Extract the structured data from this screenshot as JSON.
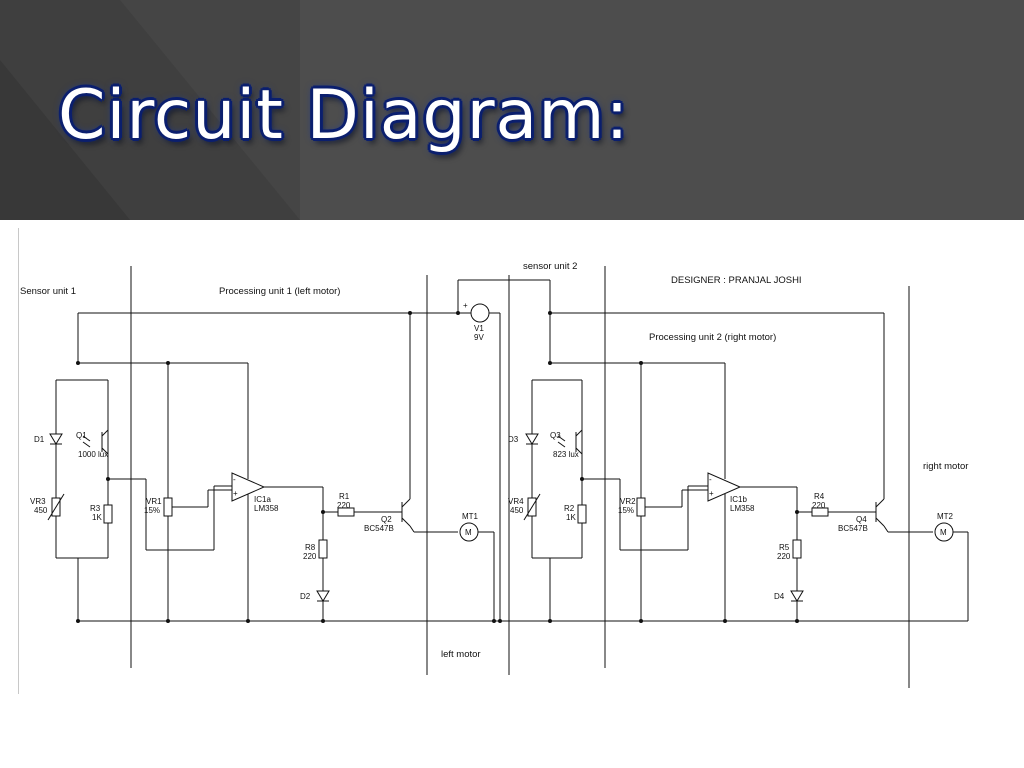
{
  "slide": {
    "title": "Circuit Diagram:"
  },
  "colors": {
    "header_bg": "#4a4a4a",
    "title_outline": "#0b1f6e",
    "wire": "#111111"
  },
  "diagram": {
    "sections": {
      "sensor_unit_1": "Sensor unit 1",
      "processing_unit_1": "Processing unit 1 (left motor)",
      "sensor_unit_2": "sensor unit 2",
      "designer": "DESIGNER : PRANJAL JOSHI",
      "processing_unit_2": "Processing unit 2 (right motor)",
      "right_motor": "right motor",
      "left_motor": "left motor"
    },
    "battery": {
      "plus": "+",
      "name": "V1",
      "value": "9V"
    },
    "left": {
      "D1": "D1",
      "Q1": "Q1",
      "Q1_val": "1000 lux",
      "VR3": "VR3",
      "VR3_val": "450",
      "R3": "R3",
      "R3_val": "1K",
      "VR1": "VR1",
      "VR1_val": "15%",
      "IC": "IC1a",
      "IC_val": "LM358",
      "R1": "R1",
      "R1_val": "220",
      "Q2": "Q2",
      "Q2_val": "BC547B",
      "R8": "R8",
      "R8_val": "220",
      "D2": "D2",
      "MT": "MT1"
    },
    "right": {
      "D3": "D3",
      "Q3": "Q3",
      "Q3_val": "823 lux",
      "VR4": "VR4",
      "VR4_val": "450",
      "R2": "R2",
      "R2_val": "1K",
      "VR2": "VR2",
      "VR2_val": "15%",
      "IC": "IC1b",
      "IC_val": "LM358",
      "R4": "R4",
      "R4_val": "220",
      "Q4": "Q4",
      "Q4_val": "BC547B",
      "R5": "R5",
      "R5_val": "220",
      "D4": "D4",
      "MT": "MT2"
    },
    "opamp_minus": "-",
    "opamp_plus": "+",
    "motor_symbol": "M"
  }
}
